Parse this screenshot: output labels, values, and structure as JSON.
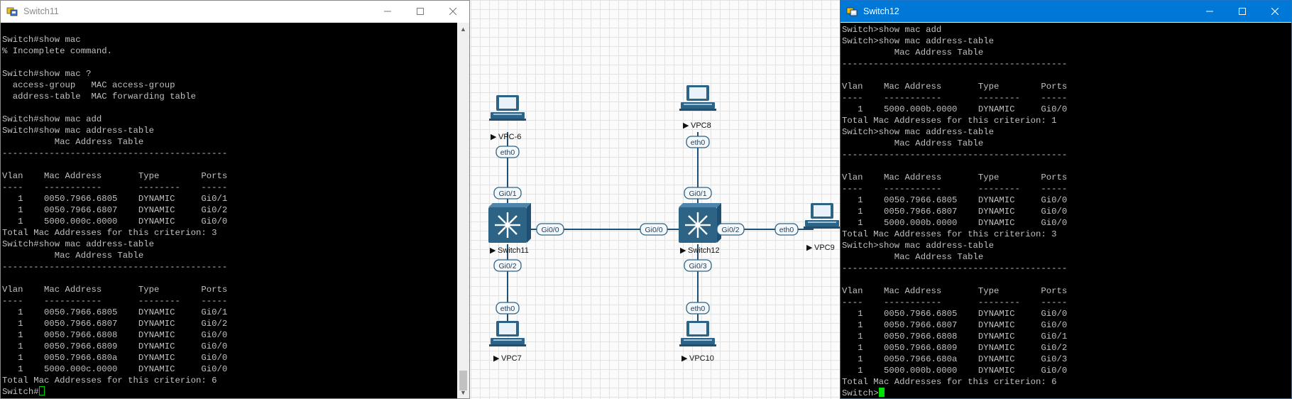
{
  "switch11_window": {
    "title": "Switch11",
    "terminal_lines": [
      "Switch#show mac",
      "% Incomplete command.",
      "",
      "Switch#show mac ?",
      "  access-group   MAC access-group",
      "  address-table  MAC forwarding table",
      "",
      "Switch#show mac add",
      "Switch#show mac address-table",
      "          Mac Address Table",
      "-------------------------------------------",
      "",
      "Vlan    Mac Address       Type        Ports",
      "----    -----------       --------    -----",
      "   1    0050.7966.6805    DYNAMIC     Gi0/1",
      "   1    0050.7966.6807    DYNAMIC     Gi0/2",
      "   1    5000.000c.0000    DYNAMIC     Gi0/0",
      "Total Mac Addresses for this criterion: 3",
      "Switch#show mac address-table",
      "          Mac Address Table",
      "-------------------------------------------",
      "",
      "Vlan    Mac Address       Type        Ports",
      "----    -----------       --------    -----",
      "   1    0050.7966.6805    DYNAMIC     Gi0/1",
      "   1    0050.7966.6807    DYNAMIC     Gi0/2",
      "   1    0050.7966.6808    DYNAMIC     Gi0/0",
      "   1    0050.7966.6809    DYNAMIC     Gi0/0",
      "   1    0050.7966.680a    DYNAMIC     Gi0/0",
      "   1    5000.000c.0000    DYNAMIC     Gi0/0",
      "Total Mac Addresses for this criterion: 6"
    ],
    "prompt": "Switch#"
  },
  "switch12_window": {
    "title": "Switch12",
    "terminal_lines": [
      "Switch>show mac add",
      "Switch>show mac address-table",
      "          Mac Address Table",
      "-------------------------------------------",
      "",
      "Vlan    Mac Address       Type        Ports",
      "----    -----------       --------    -----",
      "   1    5000.000b.0000    DYNAMIC     Gi0/0",
      "Total Mac Addresses for this criterion: 1",
      "Switch>show mac address-table",
      "          Mac Address Table",
      "-------------------------------------------",
      "",
      "Vlan    Mac Address       Type        Ports",
      "----    -----------       --------    -----",
      "   1    0050.7966.6805    DYNAMIC     Gi0/0",
      "   1    0050.7966.6807    DYNAMIC     Gi0/0",
      "   1    5000.000b.0000    DYNAMIC     Gi0/0",
      "Total Mac Addresses for this criterion: 3",
      "Switch>show mac address-table",
      "          Mac Address Table",
      "-------------------------------------------",
      "",
      "Vlan    Mac Address       Type        Ports",
      "----    -----------       --------    -----",
      "   1    0050.7966.6805    DYNAMIC     Gi0/0",
      "   1    0050.7966.6807    DYNAMIC     Gi0/0",
      "   1    0050.7966.6808    DYNAMIC     Gi0/1",
      "   1    0050.7966.6809    DYNAMIC     Gi0/2",
      "   1    0050.7966.680a    DYNAMIC     Gi0/3",
      "   1    5000.000b.0000    DYNAMIC     Gi0/0",
      "Total Mac Addresses for this criterion: 6"
    ],
    "prompt": "Switch>"
  },
  "window_controls": {
    "minimize": "—",
    "maximize": "☐",
    "close": "✕"
  },
  "topology": {
    "nodes": {
      "vpc6": "VPC-6",
      "vpc8": "VPC8",
      "vpc7": "VPC7",
      "vpc10": "VPC10",
      "vpc9": "VPC9",
      "switch11": "Switch11",
      "switch12": "Switch12"
    },
    "interfaces": {
      "vpc6_eth0": "eth0",
      "sw11_gi01": "Gi0/1",
      "sw11_gi00": "Gi0/0",
      "sw12_gi00": "Gi0/0",
      "sw11_gi02": "Gi0/2",
      "vpc7_eth0": "eth0",
      "vpc8_eth0": "eth0",
      "sw12_gi01": "Gi0/1",
      "sw12_gi02": "Gi0/2",
      "vpc9_eth0": "eth0",
      "sw12_gi03": "Gi0/3",
      "vpc10_eth0": "eth0"
    }
  },
  "colors": {
    "switch_body": "#2d6486",
    "link": "#1f4f74",
    "term_text": "#c0c0c0",
    "cursor": "#00e000",
    "active_title": "#0078d7"
  },
  "icons": [
    "app-icon",
    "minimize-icon",
    "maximize-icon",
    "close-icon",
    "scroll-up-icon",
    "scroll-down-icon",
    "pc-icon",
    "switch-icon",
    "play-icon"
  ]
}
